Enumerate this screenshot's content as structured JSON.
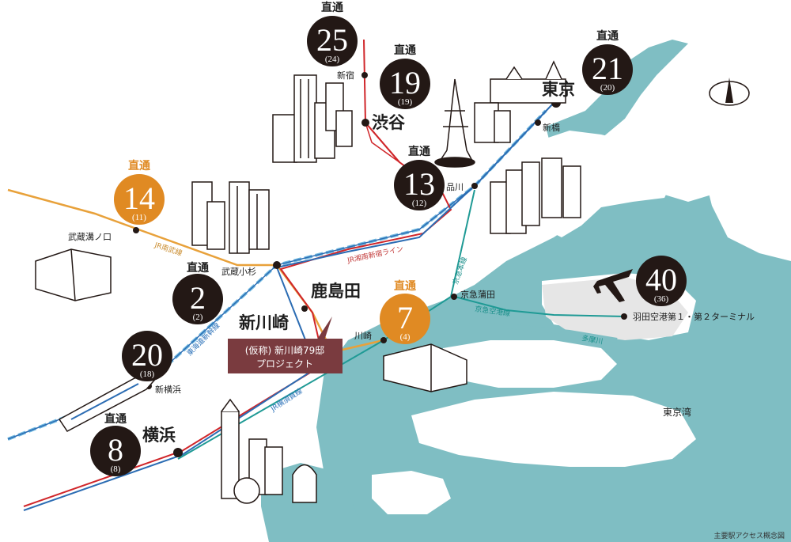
{
  "colors": {
    "sea": "#7fbec3",
    "airport_area": "#e6e6e6",
    "bubble_dark": "#231815",
    "bubble_orange": "#e08a23",
    "line_red": "#d0262a",
    "line_blue": "#2b6cb3",
    "line_orange": "#e8a13a",
    "line_teal": "#1f9a95",
    "line_lightblue": "#6fb8e0",
    "project_box": "#7a3b3f"
  },
  "stations": {
    "shinjuku": "新宿",
    "shibuya": "渋谷",
    "tokyo": "東京",
    "shimbashi": "新橋",
    "shinagawa": "品川",
    "musashi_mizonokuchi": "武蔵溝ノ口",
    "musashi_kosugi": "武蔵小杉",
    "kashimada": "鹿島田",
    "shin_kawasaki": "新川崎",
    "kawasaki": "川崎",
    "keikyu_kamata": "京急蒲田",
    "haneda": "羽田空港第１・第２ターミナル",
    "shin_yokohama": "新横浜",
    "yokohama": "横浜"
  },
  "lines": {
    "jr_nambu": "JR南武線",
    "jr_shonan_shinjuku": "JR湘南新宿ライン",
    "tokaido_shinkansen": "東海道新幹線",
    "jr_yokosuka": "JR横須賀線",
    "keikyu_main": "京急本線",
    "keikyu_airport": "京急空港線",
    "tamagawa": "多摩川",
    "tokyo_bay": "東京湾"
  },
  "direct_label": "直通",
  "bubbles": {
    "shinjuku": {
      "main": "25",
      "sub": "(24)"
    },
    "shibuya": {
      "main": "19",
      "sub": "(19)"
    },
    "tokyo": {
      "main": "21",
      "sub": "(20)"
    },
    "shinagawa": {
      "main": "13",
      "sub": "(12)"
    },
    "mizonokuchi": {
      "main": "14",
      "sub": "(11)"
    },
    "kosugi": {
      "main": "2",
      "sub": "(2)"
    },
    "kawasaki": {
      "main": "7",
      "sub": "(4)"
    },
    "shin_yokohama": {
      "main": "20",
      "sub": "(18)"
    },
    "yokohama": {
      "main": "8",
      "sub": "(8)"
    },
    "haneda": {
      "main": "40",
      "sub": "(36)"
    }
  },
  "project": {
    "line1": "(仮称) 新川崎79邸",
    "line2": "プロジェクト"
  },
  "caption": "主要駅アクセス概念図",
  "icons": {
    "compass": "north-arrow-icon",
    "airplane": "airplane-icon",
    "shinkansen": "shinkansen-train-icon"
  }
}
